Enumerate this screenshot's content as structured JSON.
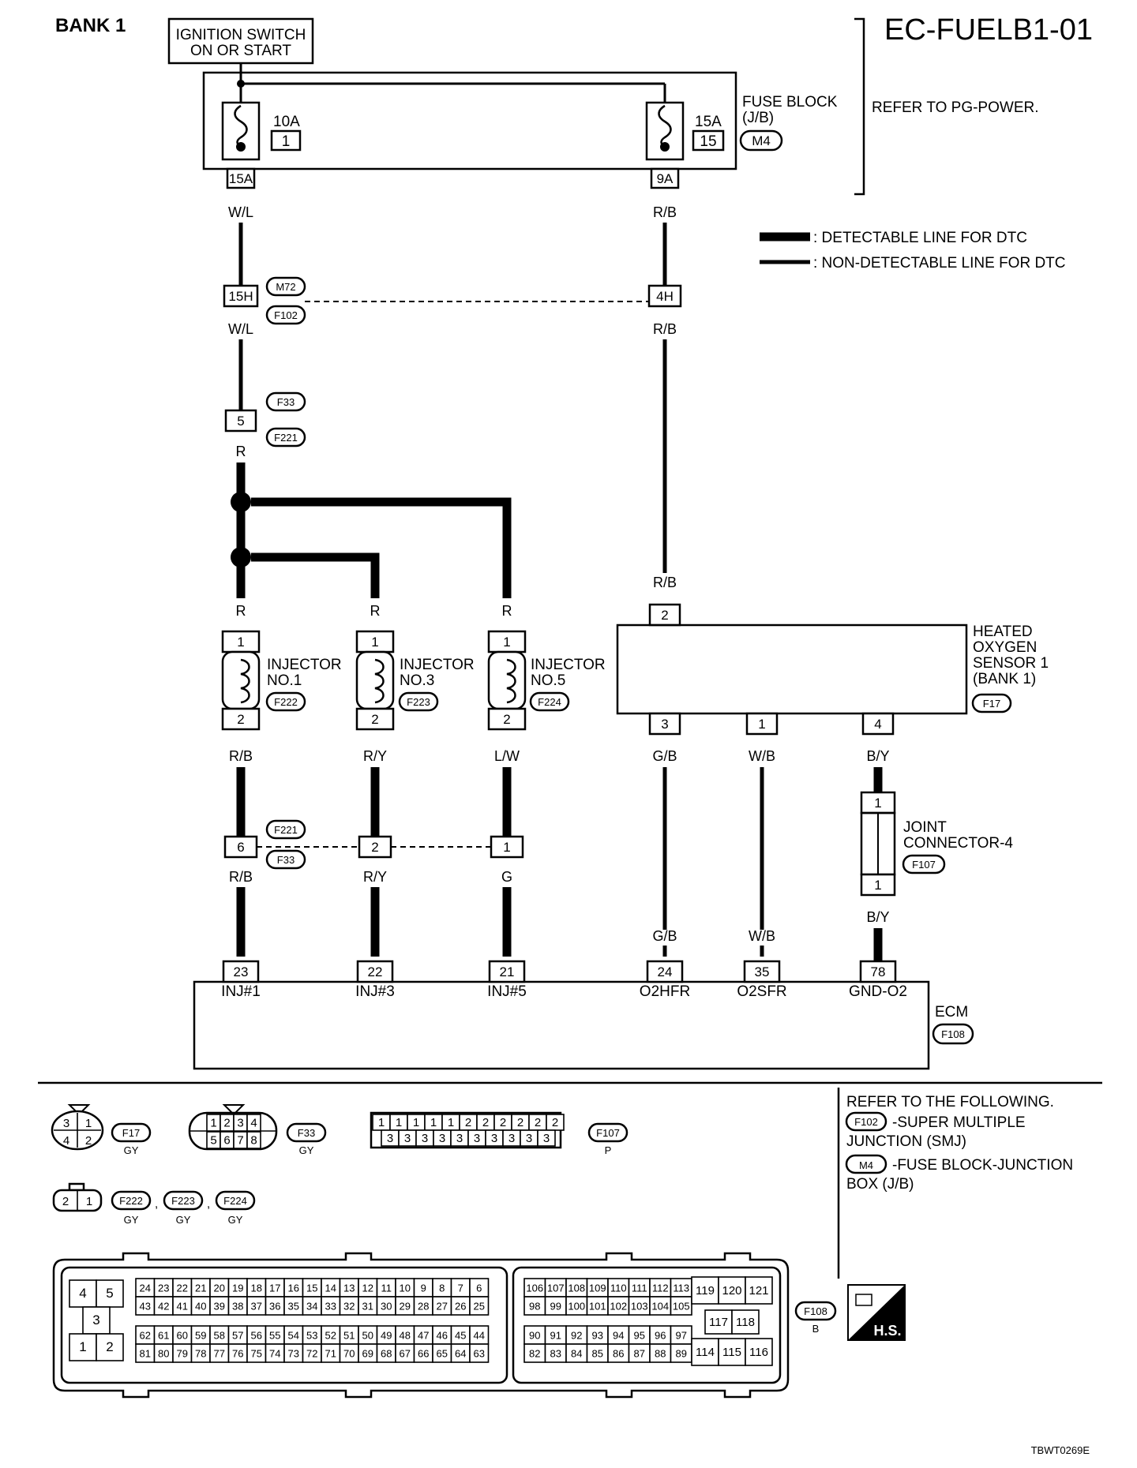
{
  "header": {
    "bank": "BANK 1",
    "code": "EC-FUELB1-01",
    "ignition_line1": "IGNITION SWITCH",
    "ignition_line2": "ON OR START"
  },
  "fuse_block": {
    "name_line1": "FUSE BLOCK",
    "name_line2": "(J/B)",
    "connector": "M4",
    "refer": "REFER TO PG-POWER.",
    "fuse_left": {
      "rating": "10A",
      "number": "1",
      "pin": "15A"
    },
    "fuse_right": {
      "rating": "15A",
      "number": "15",
      "pin": "9A"
    }
  },
  "legend": {
    "detectable": ": DETECTABLE LINE FOR DTC",
    "non_detectable": ": NON-DETECTABLE LINE FOR DTC"
  },
  "wires": {
    "wl": "W/L",
    "rb": "R/B",
    "r": "R",
    "ry": "R/Y",
    "lw": "L/W",
    "g": "G",
    "gb": "G/B",
    "wb": "W/B",
    "by": "B/Y"
  },
  "connectors": {
    "m72": "M72",
    "f102": "F102",
    "f33": "F33",
    "f221": "F221",
    "f222": "F222",
    "f223": "F223",
    "f224": "F224",
    "f17": "F17",
    "f107": "F107",
    "f108": "F108",
    "p15h": "15H",
    "p4h": "4H",
    "p5": "5",
    "p6": "6",
    "p2": "2",
    "p1": "1",
    "p3": "3",
    "p4": "4"
  },
  "injectors": [
    {
      "line1": "INJECTOR",
      "line2": "NO.1"
    },
    {
      "line1": "INJECTOR",
      "line2": "NO.3"
    },
    {
      "line1": "INJECTOR",
      "line2": "NO.5"
    }
  ],
  "o2_sensor": {
    "line1": "HEATED",
    "line2": "OXYGEN",
    "line3": "SENSOR 1",
    "line4": "(BANK 1)"
  },
  "joint": {
    "line1": "JOINT",
    "line2": "CONNECTOR-4"
  },
  "ecm": {
    "name": "ECM",
    "pins": [
      {
        "pin": "23",
        "label": "INJ#1"
      },
      {
        "pin": "22",
        "label": "INJ#3"
      },
      {
        "pin": "21",
        "label": "INJ#5"
      },
      {
        "pin": "24",
        "label": "O2HFR"
      },
      {
        "pin": "35",
        "label": "O2SFR"
      },
      {
        "pin": "78",
        "label": "GND-O2"
      }
    ]
  },
  "refer": {
    "title": "REFER TO THE FOLLOWING.",
    "f102_desc1": "-SUPER MULTIPLE",
    "f102_desc2": "JUNCTION (SMJ)",
    "m4_desc1": "-FUSE BLOCK-JUNCTION",
    "m4_desc2": "BOX (J/B)"
  },
  "faces": {
    "gy": "GY",
    "p": "P",
    "b": "B",
    "comma": ",",
    "f17_pins": [
      "3",
      "1",
      "4",
      "2"
    ],
    "f33_pins": [
      "1",
      "2",
      "3",
      "4",
      "5",
      "6",
      "7",
      "8"
    ],
    "f107_top": [
      "1",
      "1",
      "1",
      "1",
      "1",
      "2",
      "2",
      "2",
      "2",
      "2",
      "2"
    ],
    "f107_bot": [
      "3",
      "3",
      "3",
      "3",
      "3",
      "3",
      "3",
      "3",
      "3",
      "3"
    ],
    "inj_pins": [
      "2",
      "1"
    ],
    "ecm_left": [
      "4",
      "5",
      "3",
      "1",
      "2"
    ],
    "ecm_row1": [
      "24",
      "23",
      "22",
      "21",
      "20",
      "19",
      "18",
      "17",
      "16",
      "15",
      "14",
      "13",
      "12",
      "11",
      "10",
      "9",
      "8",
      "7",
      "6"
    ],
    "ecm_row2": [
      "43",
      "42",
      "41",
      "40",
      "39",
      "38",
      "37",
      "36",
      "35",
      "34",
      "33",
      "32",
      "31",
      "30",
      "29",
      "28",
      "27",
      "26",
      "25"
    ],
    "ecm_row3": [
      "62",
      "61",
      "60",
      "59",
      "58",
      "57",
      "56",
      "55",
      "54",
      "53",
      "52",
      "51",
      "50",
      "49",
      "48",
      "47",
      "46",
      "45",
      "44"
    ],
    "ecm_row4": [
      "81",
      "80",
      "79",
      "78",
      "77",
      "76",
      "75",
      "74",
      "73",
      "72",
      "71",
      "70",
      "69",
      "68",
      "67",
      "66",
      "65",
      "64",
      "63"
    ],
    "ecm_m1": [
      "106",
      "107",
      "108",
      "109",
      "110",
      "111",
      "112",
      "113"
    ],
    "ecm_m2": [
      "98",
      "99",
      "100",
      "101",
      "102",
      "103",
      "104",
      "105"
    ],
    "ecm_m3": [
      "90",
      "91",
      "92",
      "93",
      "94",
      "95",
      "96",
      "97"
    ],
    "ecm_m4": [
      "82",
      "83",
      "84",
      "85",
      "86",
      "87",
      "88",
      "89"
    ],
    "ecm_r1": [
      "119",
      "120",
      "121"
    ],
    "ecm_r2": [
      "117",
      "118"
    ],
    "ecm_r3": [
      "114",
      "115",
      "116"
    ],
    "hs": "H.S."
  },
  "footer": {
    "code": "TBWT0269E"
  }
}
